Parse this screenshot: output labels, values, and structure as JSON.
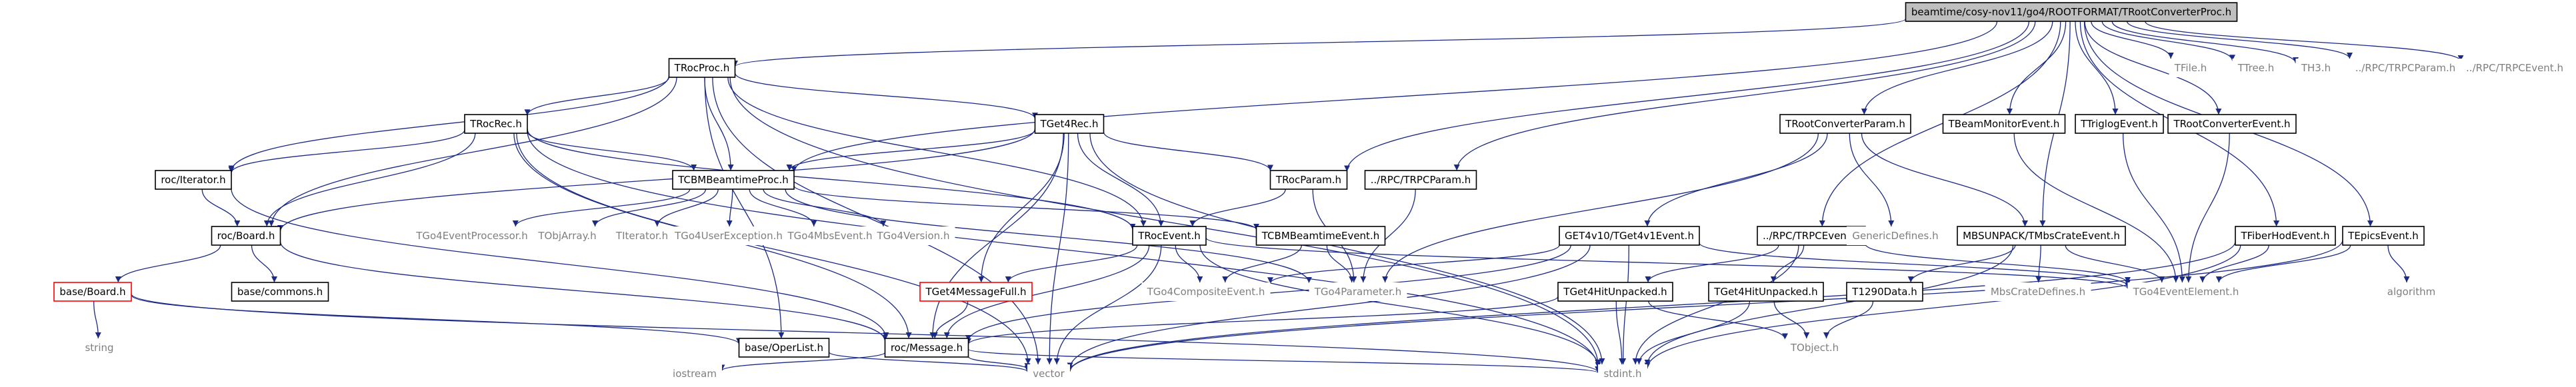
{
  "colors": {
    "edge": "#1b2a85",
    "box_border": "#000000",
    "root_fill": "#bfbfbf",
    "node_fill": "#ffffff",
    "missing_border": "#ff0000",
    "external_label": "#7f7f7f"
  },
  "nodes": [
    {
      "id": "root",
      "label": "beamtime/cosy-nov11/go4/ROOTFORMAT/TRootConverterProc.h",
      "kind": "root"
    },
    {
      "id": "TRocProc",
      "label": "TRocProc.h",
      "kind": "node"
    },
    {
      "id": "TFile",
      "label": "TFile.h",
      "kind": "external"
    },
    {
      "id": "TTree",
      "label": "TTree.h",
      "kind": "external"
    },
    {
      "id": "TH3",
      "label": "TH3.h",
      "kind": "external"
    },
    {
      "id": "RPCParamTop",
      "label": "../RPC/TRPCParam.h",
      "kind": "external"
    },
    {
      "id": "RPCEventTop",
      "label": "../RPC/TRPCEvent.h",
      "kind": "external"
    },
    {
      "id": "TRocRec",
      "label": "TRocRec.h",
      "kind": "node"
    },
    {
      "id": "TGet4Rec",
      "label": "TGet4Rec.h",
      "kind": "node"
    },
    {
      "id": "TRootConverterParam",
      "label": "TRootConverterParam.h",
      "kind": "node"
    },
    {
      "id": "TBeamMonitorEvent",
      "label": "TBeamMonitorEvent.h",
      "kind": "node"
    },
    {
      "id": "TTriglogEvent",
      "label": "TTriglogEvent.h",
      "kind": "node"
    },
    {
      "id": "TRootConverterEvent",
      "label": "TRootConverterEvent.h",
      "kind": "node"
    },
    {
      "id": "rocIterator",
      "label": "roc/Iterator.h",
      "kind": "node"
    },
    {
      "id": "TCBMBeamtimeProc",
      "label": "TCBMBeamtimeProc.h",
      "kind": "node"
    },
    {
      "id": "TRocParam",
      "label": "TRocParam.h",
      "kind": "node"
    },
    {
      "id": "RPCParamMid",
      "label": "../RPC/TRPCParam.h",
      "kind": "node"
    },
    {
      "id": "rocBoard",
      "label": "roc/Board.h",
      "kind": "node"
    },
    {
      "id": "RPCEventMid",
      "label": "../RPC/TRPCEvent.h",
      "kind": "node"
    },
    {
      "id": "TGo4EventProcessor",
      "label": "TGo4EventProcessor.h",
      "kind": "external"
    },
    {
      "id": "TObjArray",
      "label": "TObjArray.h",
      "kind": "external"
    },
    {
      "id": "TIterator",
      "label": "TIterator.h",
      "kind": "external"
    },
    {
      "id": "TGo4UserException",
      "label": "TGo4UserException.h",
      "kind": "external"
    },
    {
      "id": "TGo4MbsEvent",
      "label": "TGo4MbsEvent.h",
      "kind": "external"
    },
    {
      "id": "TGo4Version",
      "label": "TGo4Version.h",
      "kind": "external"
    },
    {
      "id": "TRocEvent",
      "label": "TRocEvent.h",
      "kind": "node"
    },
    {
      "id": "TCBMBeamtimeEvent",
      "label": "TCBMBeamtimeEvent.h",
      "kind": "node"
    },
    {
      "id": "GET4Event",
      "label": "GET4v10/TGet4v1Event.h",
      "kind": "node"
    },
    {
      "id": "GenericDefines",
      "label": "GenericDefines.h",
      "kind": "external"
    },
    {
      "id": "MbsCrateEvent",
      "label": "MBSUNPACK/TMbsCrateEvent.h",
      "kind": "node"
    },
    {
      "id": "TFiberHodEvent",
      "label": "TFiberHodEvent.h",
      "kind": "node"
    },
    {
      "id": "TEpicsEvent",
      "label": "TEpicsEvent.h",
      "kind": "node"
    },
    {
      "id": "baseBoard",
      "label": "base/Board.h",
      "kind": "missing"
    },
    {
      "id": "baseCommons",
      "label": "base/commons.h",
      "kind": "node"
    },
    {
      "id": "TGet4MessageFull",
      "label": "TGet4MessageFull.h",
      "kind": "missing"
    },
    {
      "id": "TGo4CompositeEvent",
      "label": "TGo4CompositeEvent.h",
      "kind": "external"
    },
    {
      "id": "TGo4Parameter",
      "label": "TGo4Parameter.h",
      "kind": "external"
    },
    {
      "id": "TGet4HitUnpacked",
      "label": "TGet4HitUnpacked.h",
      "kind": "node"
    },
    {
      "id": "TGet4HitUnpacked2",
      "label": "TGet4HitUnpacked.h",
      "kind": "node"
    },
    {
      "id": "T1290Data",
      "label": "T1290Data.h",
      "kind": "node"
    },
    {
      "id": "MbsCrateDefines",
      "label": "MbsCrateDefines.h",
      "kind": "external"
    },
    {
      "id": "TGo4EventElement",
      "label": "TGo4EventElement.h",
      "kind": "external"
    },
    {
      "id": "algorithm",
      "label": "algorithm",
      "kind": "external"
    },
    {
      "id": "string",
      "label": "string",
      "kind": "external"
    },
    {
      "id": "baseOperList",
      "label": "base/OperList.h",
      "kind": "node"
    },
    {
      "id": "rocMessage",
      "label": "roc/Message.h",
      "kind": "node"
    },
    {
      "id": "TObject",
      "label": "TObject.h",
      "kind": "external"
    },
    {
      "id": "iostream",
      "label": "iostream",
      "kind": "external"
    },
    {
      "id": "vector",
      "label": "vector",
      "kind": "external"
    },
    {
      "id": "stdint",
      "label": "stdint.h",
      "kind": "external"
    }
  ],
  "edges": [
    [
      "root",
      "TRocProc"
    ],
    [
      "root",
      "TFile"
    ],
    [
      "root",
      "TTree"
    ],
    [
      "root",
      "TH3"
    ],
    [
      "root",
      "RPCParamTop"
    ],
    [
      "root",
      "RPCEventTop"
    ],
    [
      "root",
      "TCBMBeamtimeProc"
    ],
    [
      "root",
      "TRocParam"
    ],
    [
      "root",
      "RPCParamMid"
    ],
    [
      "root",
      "RPCEventMid"
    ],
    [
      "root",
      "TRootConverterParam"
    ],
    [
      "root",
      "TBeamMonitorEvent"
    ],
    [
      "root",
      "TTriglogEvent"
    ],
    [
      "root",
      "TRootConverterEvent"
    ],
    [
      "root",
      "MbsCrateEvent"
    ],
    [
      "root",
      "TFiberHodEvent"
    ],
    [
      "root",
      "TEpicsEvent"
    ],
    [
      "TRocProc",
      "TRocRec"
    ],
    [
      "TRocProc",
      "TGet4Rec"
    ],
    [
      "TRocProc",
      "rocIterator"
    ],
    [
      "TRocProc",
      "rocBoard"
    ],
    [
      "TRocProc",
      "TCBMBeamtimeProc"
    ],
    [
      "TRocProc",
      "TRocEvent"
    ],
    [
      "TRocProc",
      "baseOperList"
    ],
    [
      "TRocProc",
      "vector"
    ],
    [
      "TRocProc",
      "stdint"
    ],
    [
      "TRocRec",
      "rocIterator"
    ],
    [
      "TRocRec",
      "rocBoard"
    ],
    [
      "TRocRec",
      "TCBMBeamtimeProc"
    ],
    [
      "TRocRec",
      "TRocEvent"
    ],
    [
      "TRocRec",
      "rocMessage"
    ],
    [
      "TRocRec",
      "vector"
    ],
    [
      "TRocRec",
      "stdint"
    ],
    [
      "TGet4Rec",
      "TCBMBeamtimeProc"
    ],
    [
      "TGet4Rec",
      "TRocParam"
    ],
    [
      "TGet4Rec",
      "TRocEvent"
    ],
    [
      "TGet4Rec",
      "TGet4MessageFull"
    ],
    [
      "TGet4Rec",
      "rocBoard"
    ],
    [
      "TGet4Rec",
      "rocMessage"
    ],
    [
      "TGet4Rec",
      "vector"
    ],
    [
      "TGet4Rec",
      "stdint"
    ],
    [
      "rocIterator",
      "rocBoard"
    ],
    [
      "rocIterator",
      "rocMessage"
    ],
    [
      "rocBoard",
      "baseBoard"
    ],
    [
      "rocBoard",
      "baseCommons"
    ],
    [
      "rocBoard",
      "rocMessage"
    ],
    [
      "baseBoard",
      "string"
    ],
    [
      "baseBoard",
      "baseOperList"
    ],
    [
      "baseBoard",
      "stdint"
    ],
    [
      "TCBMBeamtimeProc",
      "TGo4EventProcessor"
    ],
    [
      "TCBMBeamtimeProc",
      "TObjArray"
    ],
    [
      "TCBMBeamtimeProc",
      "TIterator"
    ],
    [
      "TCBMBeamtimeProc",
      "TGo4UserException"
    ],
    [
      "TCBMBeamtimeProc",
      "TGo4MbsEvent"
    ],
    [
      "TCBMBeamtimeProc",
      "TGo4Version"
    ],
    [
      "TCBMBeamtimeProc",
      "TCBMBeamtimeEvent"
    ],
    [
      "TCBMBeamtimeProc",
      "TGo4Parameter"
    ],
    [
      "TRocParam",
      "TRocEvent"
    ],
    [
      "TRocParam",
      "TGo4Parameter"
    ],
    [
      "RPCParamMid",
      "TGo4Parameter"
    ],
    [
      "TRocEvent",
      "TGet4MessageFull"
    ],
    [
      "TRocEvent",
      "rocMessage"
    ],
    [
      "TRocEvent",
      "TGo4CompositeEvent"
    ],
    [
      "TRocEvent",
      "TGo4EventElement"
    ],
    [
      "TRocEvent",
      "vector"
    ],
    [
      "TRocEvent",
      "stdint"
    ],
    [
      "TGet4MessageFull",
      "rocMessage"
    ],
    [
      "TCBMBeamtimeEvent",
      "TGo4CompositeEvent"
    ],
    [
      "TCBMBeamtimeEvent",
      "TGo4Parameter"
    ],
    [
      "TRootConverterParam",
      "GET4Event"
    ],
    [
      "TRootConverterParam",
      "GenericDefines"
    ],
    [
      "TRootConverterParam",
      "MbsCrateEvent"
    ],
    [
      "TRootConverterParam",
      "TGo4Parameter"
    ],
    [
      "GET4Event",
      "TGo4CompositeEvent"
    ],
    [
      "GET4Event",
      "TGo4EventElement"
    ],
    [
      "GET4Event",
      "rocMessage"
    ],
    [
      "GET4Event",
      "vector"
    ],
    [
      "GET4Event",
      "stdint"
    ],
    [
      "RPCEventMid",
      "TGet4HitUnpacked"
    ],
    [
      "RPCEventMid",
      "TGet4HitUnpacked2"
    ],
    [
      "RPCEventMid",
      "TGo4EventElement"
    ],
    [
      "RPCEventMid",
      "stdint"
    ],
    [
      "TGet4HitUnpacked",
      "rocMessage"
    ],
    [
      "TGet4HitUnpacked",
      "TObject"
    ],
    [
      "TGet4HitUnpacked",
      "stdint"
    ],
    [
      "TGet4HitUnpacked2",
      "TObject"
    ],
    [
      "TGet4HitUnpacked2",
      "stdint"
    ],
    [
      "MbsCrateEvent",
      "T1290Data"
    ],
    [
      "MbsCrateEvent",
      "MbsCrateDefines"
    ],
    [
      "MbsCrateEvent",
      "TGo4EventElement"
    ],
    [
      "MbsCrateEvent",
      "stdint"
    ],
    [
      "T1290Data",
      "TObject"
    ],
    [
      "TBeamMonitorEvent",
      "TGo4EventElement"
    ],
    [
      "TTriglogEvent",
      "TGo4EventElement"
    ],
    [
      "TRootConverterEvent",
      "TGo4EventElement"
    ],
    [
      "TFiberHodEvent",
      "TGo4EventElement"
    ],
    [
      "TFiberHodEvent",
      "vector"
    ],
    [
      "TFiberHodEvent",
      "stdint"
    ],
    [
      "TEpicsEvent",
      "TGo4EventElement"
    ],
    [
      "TEpicsEvent",
      "algorithm"
    ],
    [
      "TEpicsEvent",
      "vector"
    ],
    [
      "rocMessage",
      "iostream"
    ],
    [
      "rocMessage",
      "vector"
    ],
    [
      "rocMessage",
      "stdint"
    ],
    [
      "baseOperList",
      "vector"
    ]
  ]
}
